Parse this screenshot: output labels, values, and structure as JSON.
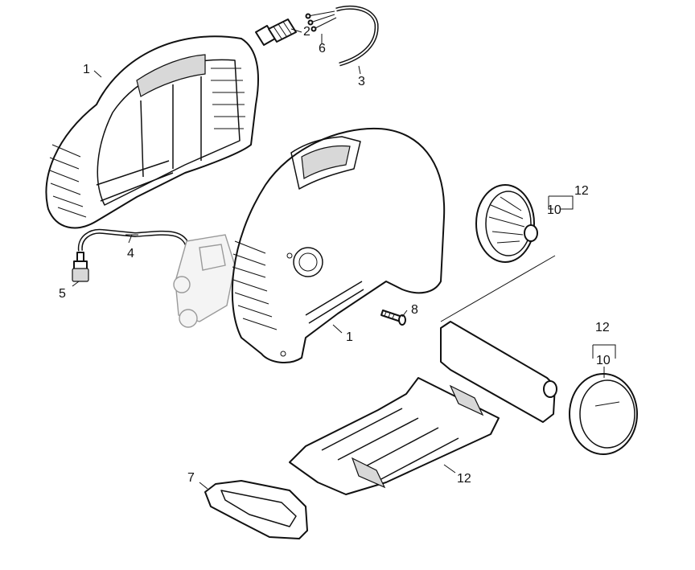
{
  "callouts": {
    "c1_upper": "1",
    "c1_lower": "1",
    "c2": "2",
    "c3": "3",
    "c4": "4",
    "c5": "5",
    "c6": "6",
    "c7": "7",
    "c8": "8",
    "c10_hub": "10",
    "c12_hub": "12",
    "c10_cap": "10",
    "c12_cap": "12",
    "c12_base": "12"
  }
}
